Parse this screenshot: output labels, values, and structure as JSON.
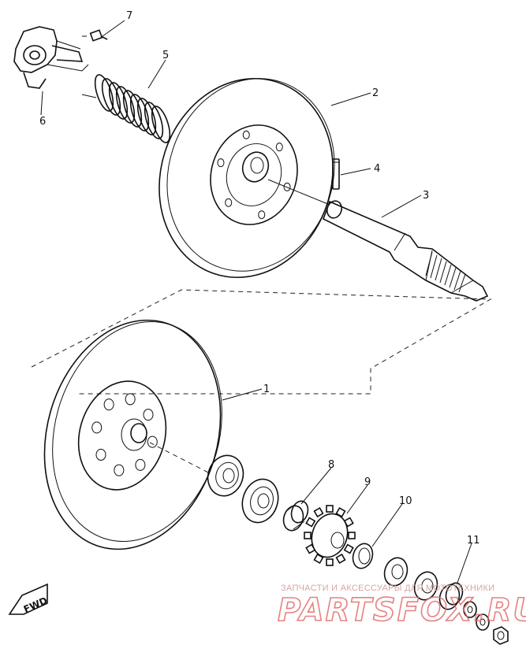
{
  "diagram": {
    "callouts": [
      {
        "id": "1",
        "label": "1"
      },
      {
        "id": "2",
        "label": "2"
      },
      {
        "id": "3",
        "label": "3"
      },
      {
        "id": "4",
        "label": "4"
      },
      {
        "id": "5",
        "label": "5"
      },
      {
        "id": "6",
        "label": "6"
      },
      {
        "id": "7",
        "label": "7"
      },
      {
        "id": "8",
        "label": "8"
      },
      {
        "id": "9",
        "label": "9"
      },
      {
        "id": "10",
        "label": "10"
      },
      {
        "id": "11",
        "label": "11"
      }
    ],
    "fwd_marker": "FWD"
  },
  "watermark": {
    "line1": "ЗАПЧАСТИ И АКСЕССУАРЫ ДЛЯ МОТОТЕХНИКИ",
    "line2": "PARTSFOX.RU"
  },
  "colors": {
    "line": "#111111",
    "watermark_text": "#d9a3a3",
    "watermark_logo": "#e36a6a"
  }
}
